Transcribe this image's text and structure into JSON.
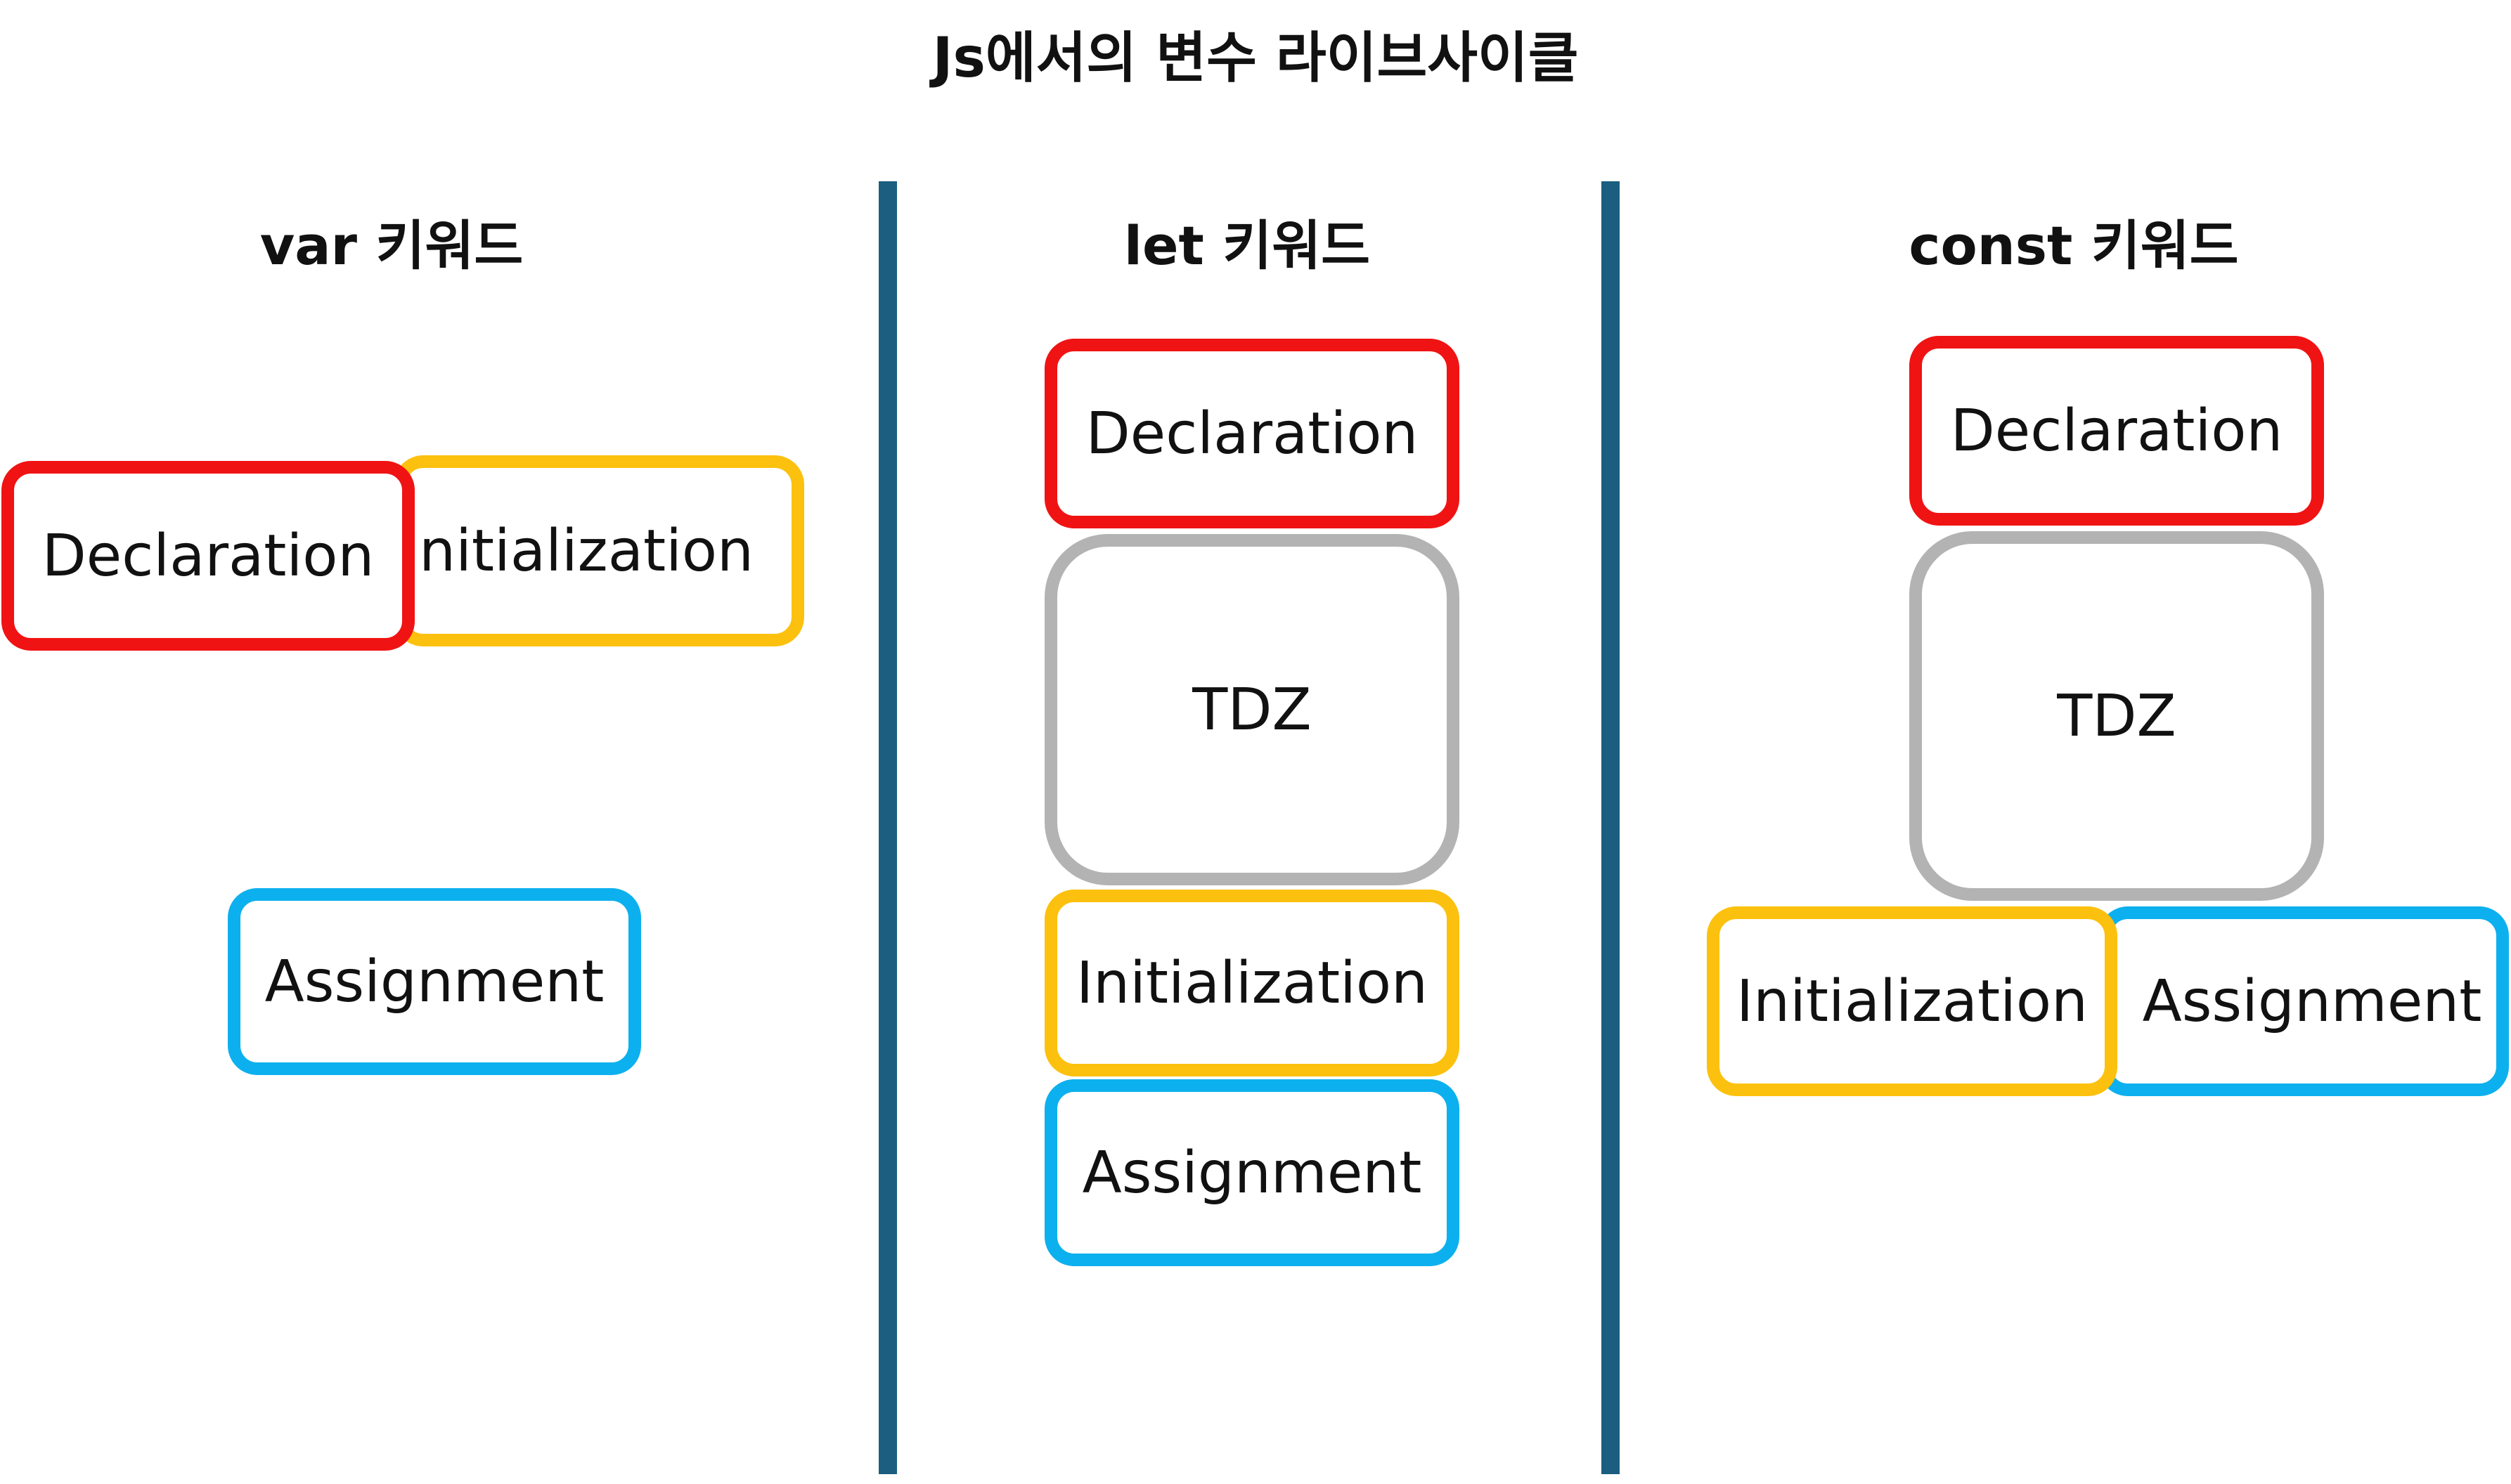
{
  "title": "Js에서의 변수 라이브사이클",
  "colors": {
    "declaration": "#f01313",
    "initialization": "#fcc10e",
    "assignment": "#0db0ee",
    "tdz": "#b3b3b3",
    "divider": "#1b5e80"
  },
  "columns": [
    {
      "heading": "var 키워드",
      "stages": {
        "declaration": "Declaration",
        "initialization": "Initialization",
        "assignment": "Assignment"
      }
    },
    {
      "heading": "let 키워드",
      "stages": {
        "declaration": "Declaration",
        "tdz": "TDZ",
        "initialization": "Initialization",
        "assignment": "Assignment"
      }
    },
    {
      "heading": "const 키워드",
      "stages": {
        "declaration": "Declaration",
        "tdz": "TDZ",
        "initialization": "Initialization",
        "assignment": "Assignment"
      }
    }
  ]
}
